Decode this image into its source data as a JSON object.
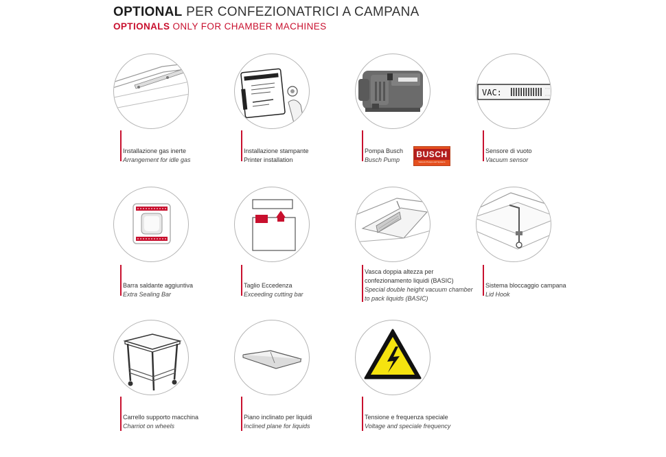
{
  "header": {
    "title_bold": "OPTIONAL",
    "title_rest": " PER CONFEZIONATRICI A CAMPANA",
    "subtitle_bold": "OPTIONALS",
    "subtitle_rest": " ONLY FOR CHAMBER MACHINES"
  },
  "items": [
    {
      "it": "Installazione gas inerte",
      "en": "Arrangement for idle gas",
      "icon": "gas-nozzle-icon"
    },
    {
      "it": "Installazione stampante",
      "en": "Printer installation",
      "icon": "printer-label-icon"
    },
    {
      "it": "Pompa Busch",
      "en": "Busch Pump",
      "icon": "vacuum-pump-icon",
      "logo": "BUSCH",
      "logo_sub": "Vacuum Pumps and Systems"
    },
    {
      "it": "Sensore di vuoto",
      "en": "Vacuum sensor",
      "icon": "vacuum-display-icon",
      "display": "VAC:"
    },
    {
      "it": "Barra saldante aggiuntiva",
      "en": "Extra Sealing Bar",
      "icon": "sealing-bar-icon"
    },
    {
      "it": "Taglio Eccedenza",
      "en": "Exceeding cutting bar",
      "icon": "cutting-bar-icon"
    },
    {
      "it1": "Vasca doppia altezza per",
      "it2": "confezionamento liquidi (BASIC)",
      "en1": "Special double height vacuum chamber",
      "en2": "to pack liquids (BASIC)",
      "icon": "double-chamber-icon"
    },
    {
      "it": "Sistema bloccaggio campana",
      "en": "Lid Hook",
      "icon": "lid-hook-icon"
    },
    {
      "it": "Carrello supporto macchina",
      "en": "Charriot on wheels",
      "icon": "trolley-icon"
    },
    {
      "it": "Piano inclinato per liquidi",
      "en": "Inclined plane for liquids",
      "icon": "inclined-plane-icon"
    },
    {
      "it": "Tensione e frequenza speciale",
      "en": "Voltage and speciale frequency",
      "icon": "high-voltage-icon"
    }
  ]
}
